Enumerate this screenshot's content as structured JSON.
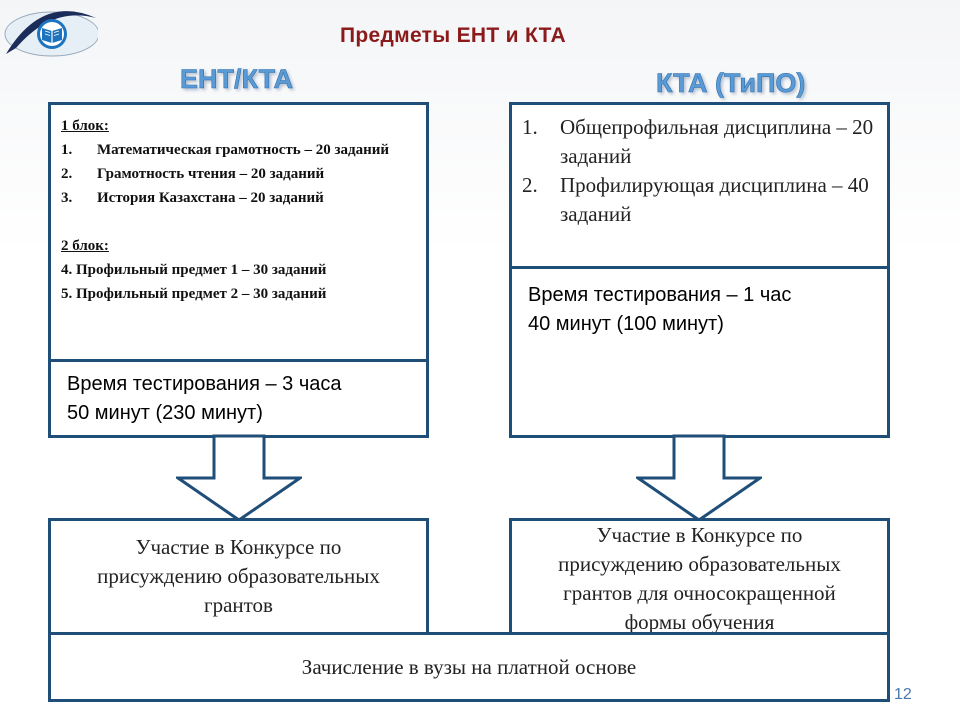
{
  "slide": {
    "title": "Предметы ЕНТ и КТА",
    "page_number": "12"
  },
  "left": {
    "heading": "ЕНТ/КТА",
    "block1_label": "1 блок:",
    "block1_items": [
      {
        "num": "1.",
        "text": "Математическая грамотность – 20 заданий"
      },
      {
        "num": "2.",
        "text": "Грамотность чтения – 20 заданий"
      },
      {
        "num": "3.",
        "text": "История Казахстана – 20 заданий"
      }
    ],
    "block2_label": "2 блок:",
    "block2_items": [
      "4. Профильный предмет 1 – 30 заданий",
      "5. Профильный предмет 2 – 30 заданий"
    ],
    "time_line1": "Время тестирования – 3 часа",
    "time_line2": "50 минут (230 минут)",
    "contest_lines": [
      "Участие в Конкурсе по",
      "присуждению образовательных",
      "грантов"
    ]
  },
  "right": {
    "heading": "КТА (ТиПО)",
    "items": [
      {
        "num": "1.",
        "text": "Общепрофильная дисциплина – 20 заданий"
      },
      {
        "num": "2.",
        "text": "Профилирующая дисциплина – 40 заданий"
      }
    ],
    "time_line1": "Время тестирования – 1 час",
    "time_line2": "40 минут (100 минут)",
    "contest_lines": [
      "Участие в Конкурсе по",
      "присуждению образовательных",
      "грантов для очносокращенной",
      "формы обучения"
    ]
  },
  "bottom": {
    "text": "Зачисление в вузы на платной основе"
  },
  "colors": {
    "border": "#1f4e79",
    "title": "#8b1a1a",
    "heading": "#5b9bd5"
  },
  "icons": {
    "logo": "book-logo-icon"
  }
}
